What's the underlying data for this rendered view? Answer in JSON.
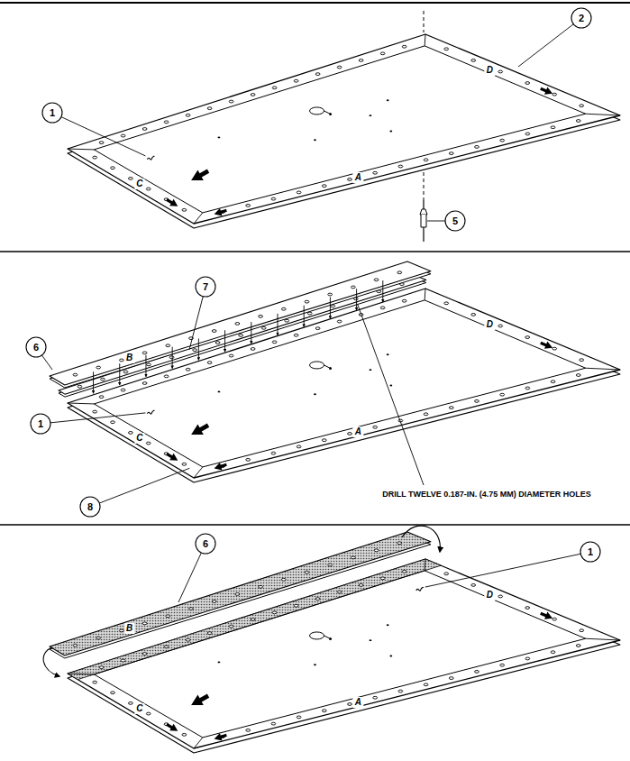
{
  "diagram": {
    "labels": [
      "2",
      "D",
      "1",
      "C",
      "A",
      "5",
      "7",
      "6",
      "B",
      "D",
      "1",
      "C",
      "A",
      "8",
      "DRILL TWELVE 0.187-IN. (4.75 MM) DIAMETER HOLES",
      "6",
      "1",
      "B",
      "D",
      "C",
      "A"
    ]
  }
}
